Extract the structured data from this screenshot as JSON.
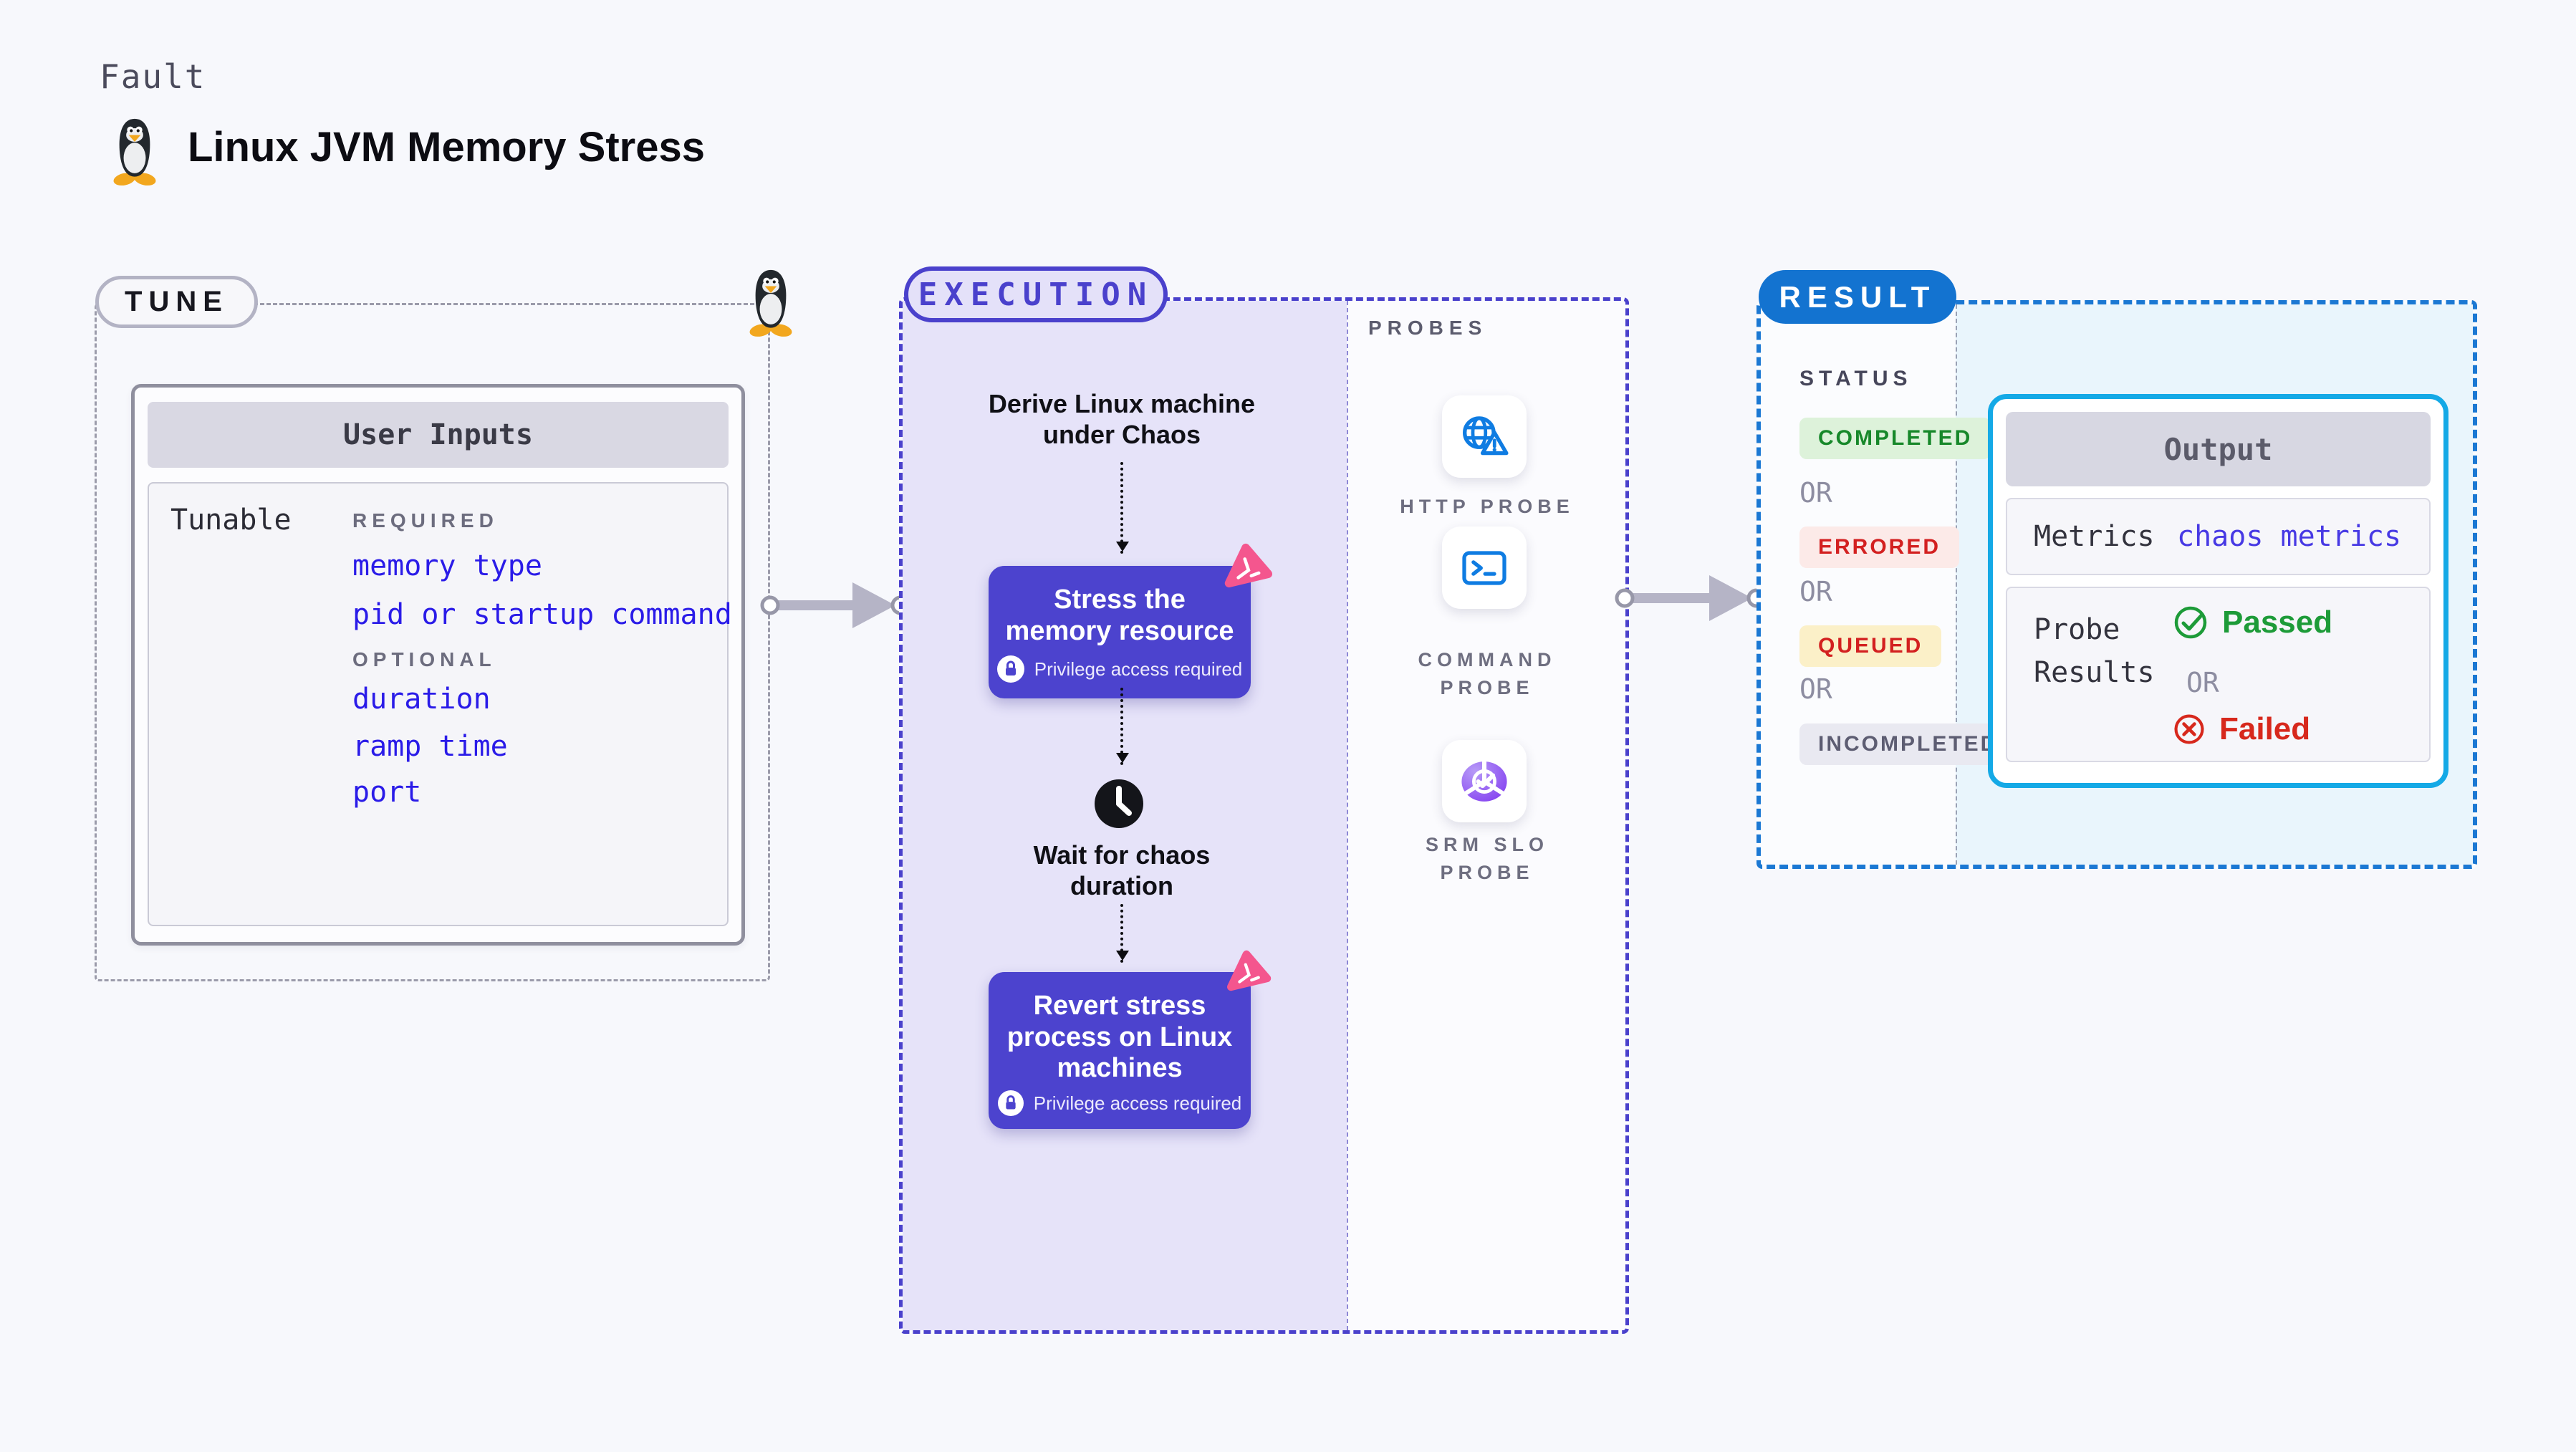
{
  "header": {
    "kicker": "Fault",
    "title": "Linux JVM Memory Stress",
    "os_icon": "tux-penguin-icon"
  },
  "tune": {
    "badge": "TUNE",
    "user_inputs": {
      "title": "User Inputs",
      "row_label": "Tunable",
      "groups": [
        {
          "label": "REQUIRED",
          "items": [
            "memory type",
            "pid or startup command"
          ]
        },
        {
          "label": "OPTIONAL",
          "items": [
            "duration",
            "ramp time",
            "port"
          ]
        }
      ]
    }
  },
  "execution": {
    "badge": "EXECUTION",
    "steps": {
      "derive": "Derive Linux machine\nunder Chaos",
      "stress": "Stress the\nmemory resource",
      "wait": "Wait for chaos\nduration",
      "revert": "Revert stress\nprocess on Linux\nmachines"
    },
    "privilege_note": "Privilege access required"
  },
  "probes": {
    "label": "PROBES",
    "items": [
      {
        "label": "HTTP PROBE",
        "icon": "globe-alert-icon"
      },
      {
        "label": "COMMAND\nPROBE",
        "icon": "terminal-icon"
      },
      {
        "label": "SRM SLO\nPROBE",
        "icon": "slo-gauge-icon"
      }
    ]
  },
  "result": {
    "badge": "RESULT",
    "status": {
      "label": "STATUS",
      "or": "OR",
      "badges": [
        {
          "text": "COMPLETED",
          "type": "success"
        },
        {
          "text": "ERRORED",
          "type": "error"
        },
        {
          "text": "QUEUED",
          "type": "warning"
        },
        {
          "text": "INCOMPLETED",
          "type": "neutral"
        }
      ]
    },
    "output": {
      "title": "Output",
      "metrics_label": "Metrics",
      "metrics_value": "chaos metrics",
      "probe_results_label": "Probe\nResults",
      "passed": "Passed",
      "or": "OR",
      "failed": "Failed"
    }
  },
  "colors": {
    "indigo": "#4a41cc",
    "node_indigo": "#4c43ce",
    "link_blue": "#2a1be8",
    "result_blue": "#1373d0",
    "output_border": "#14a9e6",
    "success_green": "#1d9b38",
    "error_red": "#d32020",
    "pink_logo": "#f4568e"
  }
}
